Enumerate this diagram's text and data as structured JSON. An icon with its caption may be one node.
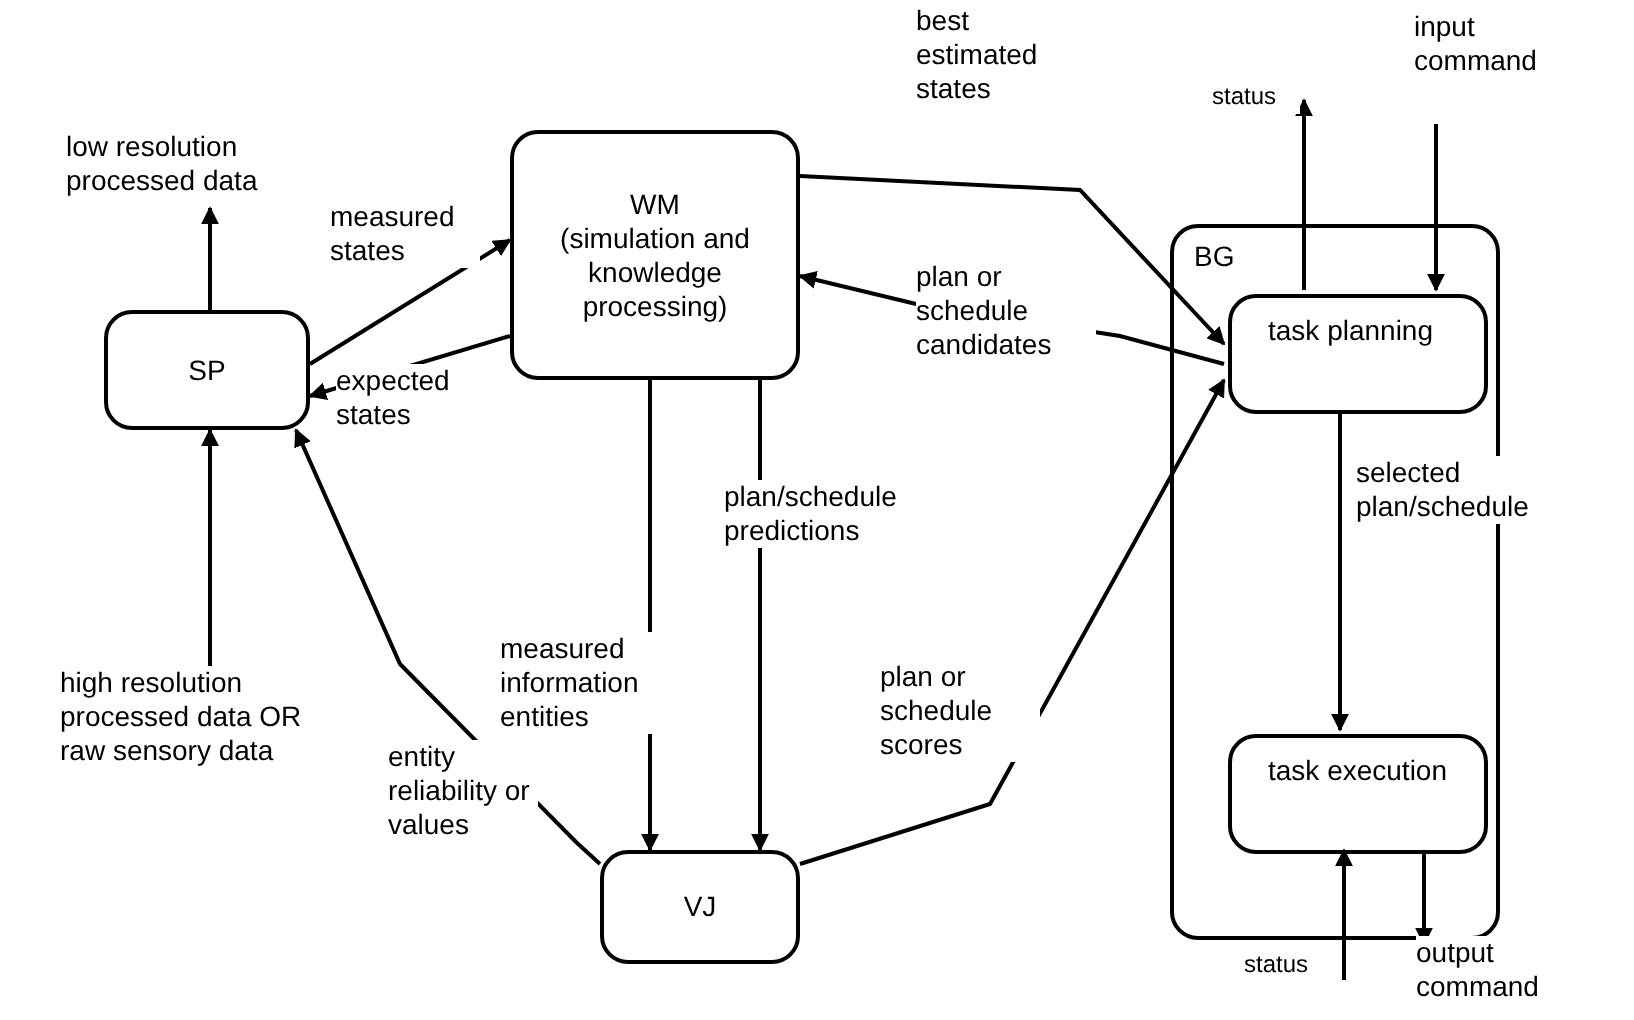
{
  "diagram": {
    "nodes": [
      {
        "text": [
          "SP"
        ]
      },
      {
        "text": [
          "WM",
          "(simulation and knowledge processing)"
        ]
      },
      {
        "text": [
          "VJ"
        ]
      },
      {
        "text": [
          "BG"
        ]
      },
      {
        "text": [
          "task planning"
        ],
        "in": 3
      },
      {
        "text": [
          "task execution"
        ],
        "in": 3
      },
      {
        "text": [
          "low resolution processed data"
        ]
      },
      {
        "text": [
          "high resolution processed data OR raw sensory data"
        ]
      }
    ],
    "edges": [
      {
        "from": 0,
        "to": 6,
        "arrow": "to"
      },
      {
        "from": 7,
        "to": 0,
        "arrow": "to"
      },
      {
        "from": 0,
        "to": 1,
        "arrow": "to",
        "label": "measured states"
      },
      {
        "from": 1,
        "to": 0,
        "arrow": "to",
        "label": "expected states"
      },
      {
        "from": 1,
        "to": 2,
        "arrow": "to",
        "label": "measured information entities"
      },
      {
        "from": 1,
        "to": 2,
        "arrow": "to",
        "label": "plan/schedule predictions"
      },
      {
        "from": 2,
        "to": 0,
        "arrow": "to",
        "label": "entity reliability or values"
      },
      {
        "from": 2,
        "to": 4,
        "arrow": "to",
        "label": "plan or schedule scores"
      },
      {
        "from": 4,
        "to": 1,
        "arrow": "to",
        "label": "plan or schedule candidates"
      },
      {
        "from": 1,
        "to": 4,
        "arrow": "to",
        "label": "best estimated states"
      },
      {
        "from": 4,
        "to": 5,
        "arrow": "to",
        "label": "selected plan/schedule"
      },
      {
        "from": 4,
        "to": null,
        "arrow": "to",
        "label": "status"
      },
      {
        "from": null,
        "to": 4,
        "arrow": "to",
        "label": "input command"
      },
      {
        "from": null,
        "to": 5,
        "arrow": "to",
        "label": "status"
      },
      {
        "from": 5,
        "to": null,
        "arrow": "to",
        "label": "output command"
      }
    ]
  }
}
